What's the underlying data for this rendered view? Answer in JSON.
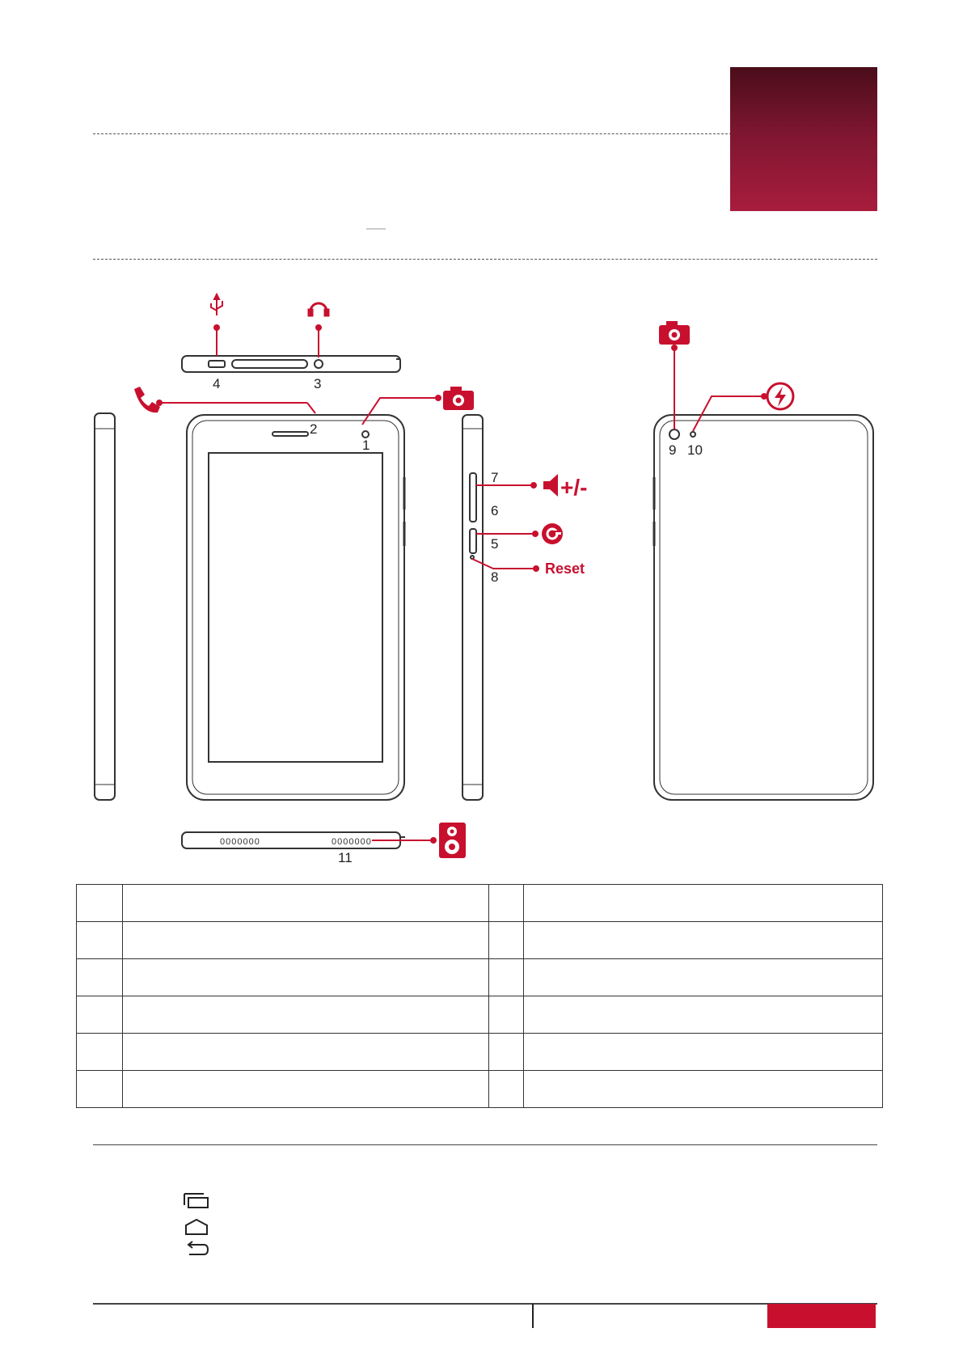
{
  "header": {
    "accent_color": "#c8102e",
    "tab_gradient": [
      "#4a0d1a",
      "#a81d3d"
    ]
  },
  "diagram": {
    "callouts": [
      {
        "id": "1",
        "icon": "camera-icon"
      },
      {
        "id": "2",
        "icon": "phone-icon"
      },
      {
        "id": "3",
        "icon": "headphones-icon"
      },
      {
        "id": "4",
        "icon": "usb-icon"
      },
      {
        "id": "5",
        "icon": "power-icon"
      },
      {
        "id": "6",
        "icon": "volume-icon"
      },
      {
        "id": "7",
        "icon": "volume-icon"
      },
      {
        "id": "8",
        "icon": "reset"
      },
      {
        "id": "9",
        "icon": "camera-icon"
      },
      {
        "id": "10",
        "icon": "flash-icon"
      },
      {
        "id": "11",
        "icon": "speaker-icon"
      }
    ],
    "labels": {
      "n1": "1",
      "n2": "2",
      "n3": "3",
      "n4": "4",
      "n5": "5",
      "n6": "6",
      "n7": "7",
      "n8": "8",
      "n9": "9",
      "n10": "10",
      "n11": "11",
      "volume": "+/-",
      "reset": "Reset",
      "speaker_grille": "0000000"
    }
  },
  "table": {
    "rows": 6,
    "columns": 4
  },
  "nav_keys": [
    {
      "icon": "recent-apps-icon"
    },
    {
      "icon": "home-icon"
    },
    {
      "icon": "back-icon"
    }
  ]
}
